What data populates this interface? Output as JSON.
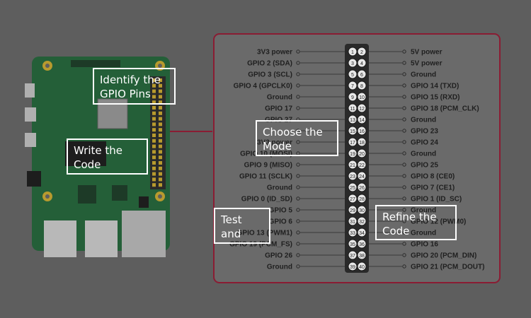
{
  "colors": {
    "background": "#5e5e5e",
    "panel": "#6a6a6a",
    "panel_border": "#8a1c33",
    "board": "#245f38",
    "board_dark": "#1c4b2c",
    "pin": "#2a2a2a",
    "label_text": "#1f1f1f",
    "overlay_border": "#ffffff"
  },
  "icons": {
    "pin_marker": "circle-outline-icon",
    "pin_number": "numbered-pin-icon"
  },
  "pinout": {
    "rows": [
      {
        "left": "3V3 power",
        "odd": "1",
        "even": "2",
        "right": "5V power"
      },
      {
        "left": "GPIO 2 (SDA)",
        "odd": "3",
        "even": "4",
        "right": "5V power"
      },
      {
        "left": "GPIO 3 (SCL)",
        "odd": "5",
        "even": "6",
        "right": "Ground"
      },
      {
        "left": "GPIO 4 (GPCLK0)",
        "odd": "7",
        "even": "8",
        "right": "GPIO 14 (TXD)"
      },
      {
        "left": "Ground",
        "odd": "9",
        "even": "10",
        "right": "GPIO 15 (RXD)"
      },
      {
        "left": "GPIO 17",
        "odd": "11",
        "even": "12",
        "right": "GPIO 18 (PCM_CLK)"
      },
      {
        "left": "GPIO 27",
        "odd": "13",
        "even": "14",
        "right": "Ground"
      },
      {
        "left": "",
        "odd": "15",
        "even": "16",
        "right": "GPIO 23"
      },
      {
        "left": "3V3 power",
        "odd": "17",
        "even": "18",
        "right": "GPIO 24"
      },
      {
        "left": "GPIO 10 (MOSI)",
        "odd": "19",
        "even": "20",
        "right": "Ground"
      },
      {
        "left": "GPIO 9 (MISO)",
        "odd": "21",
        "even": "22",
        "right": "GPIO 25"
      },
      {
        "left": "GPIO 11 (SCLK)",
        "odd": "23",
        "even": "24",
        "right": "GPIO 8 (CE0)"
      },
      {
        "left": "Ground",
        "odd": "25",
        "even": "26",
        "right": "GPIO 7 (CE1)"
      },
      {
        "left": "GPIO 0 (ID_SD)",
        "odd": "27",
        "even": "28",
        "right": "GPIO 1 (ID_SC)"
      },
      {
        "left": "GPIO 5",
        "odd": "29",
        "even": "30",
        "right": "Ground"
      },
      {
        "left": "GPIO 6",
        "odd": "31",
        "even": "32",
        "right": "GPIO 12 (PWM0)"
      },
      {
        "left": "GPIO 13 (PWM1)",
        "odd": "33",
        "even": "34",
        "right": "Ground"
      },
      {
        "left": "GPIO 19 (PCM_FS)",
        "odd": "35",
        "even": "36",
        "right": "GPIO 16"
      },
      {
        "left": "GPIO 26",
        "odd": "37",
        "even": "38",
        "right": "GPIO 20 (PCM_DIN)"
      },
      {
        "left": "Ground",
        "odd": "39",
        "even": "40",
        "right": "GPIO 21 (PCM_DOUT)"
      }
    ]
  },
  "steps": [
    {
      "id": "identify",
      "text": "Identify the\nGPIO Pins"
    },
    {
      "id": "write",
      "text": "Write the\nCode"
    },
    {
      "id": "choose",
      "text": "Choose the\nMode"
    },
    {
      "id": "test",
      "text": "Test and\nDebug"
    },
    {
      "id": "refine",
      "text": "Refine the\nCode"
    }
  ]
}
